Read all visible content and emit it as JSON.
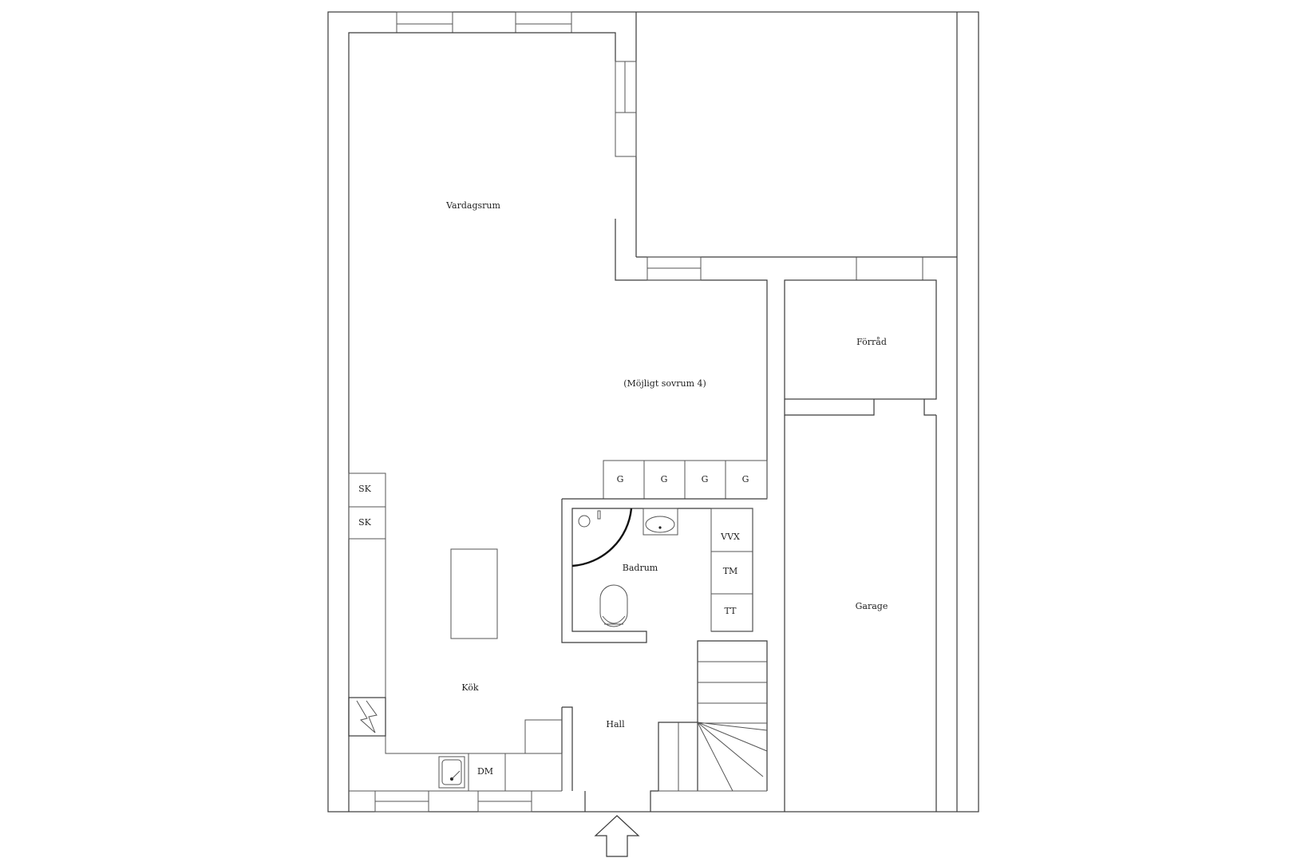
{
  "rooms": {
    "vardagsrum": "Vardagsrum",
    "sovrum4": "(Möjligt sovrum 4)",
    "forrad": "Förråd",
    "garage": "Garage",
    "badrum": "Badrum",
    "kok": "Kök",
    "hall": "Hall"
  },
  "fixtures": {
    "sk1": "SK",
    "sk2": "SK",
    "g1": "G",
    "g2": "G",
    "g3": "G",
    "g4": "G",
    "vvx": "VVX",
    "tm": "TM",
    "tt": "TT",
    "dm": "DM"
  },
  "icons": {
    "entrance": "entrance-arrow-icon",
    "electrical": "electrical-panel-icon",
    "sink": "kitchen-sink-icon",
    "washbasin": "washbasin-icon",
    "toilet": "toilet-icon",
    "shower": "shower-icon",
    "stairs": "stairs-icon"
  }
}
